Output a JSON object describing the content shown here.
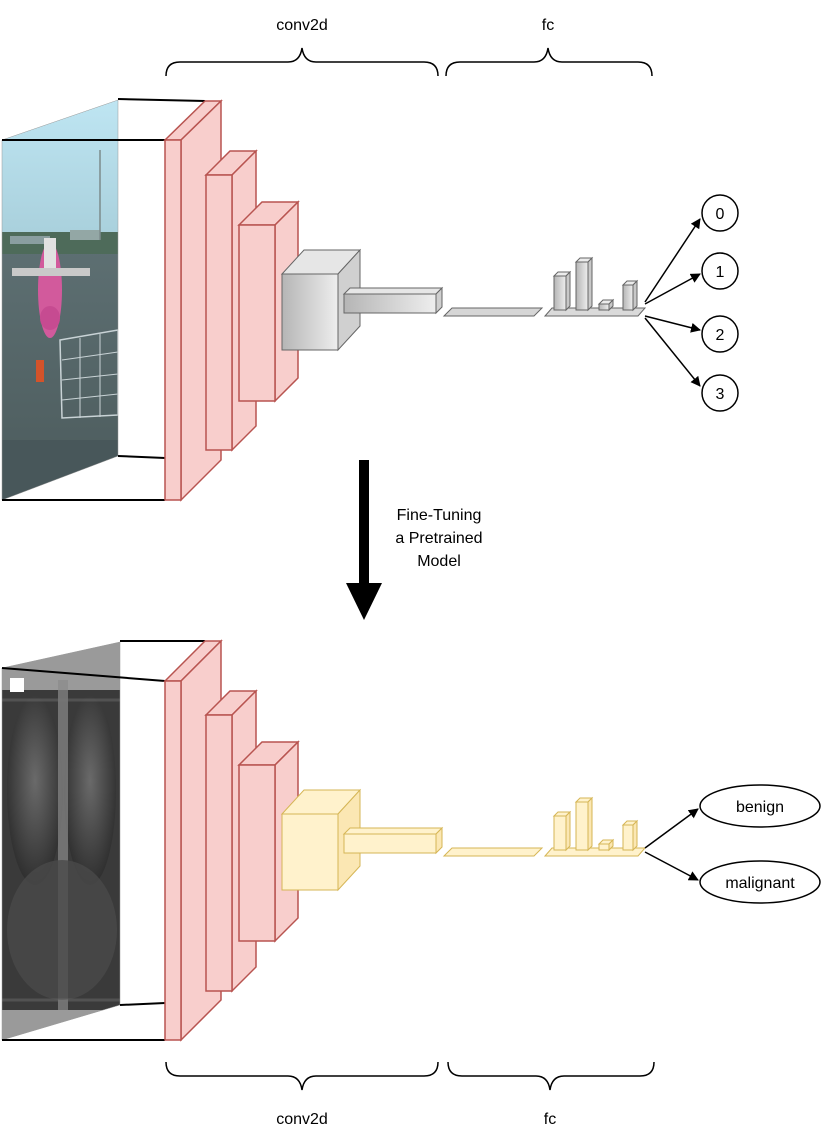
{
  "top": {
    "conv_label": "conv2d",
    "fc_label": "fc",
    "outputs": [
      "0",
      "1",
      "2",
      "3"
    ]
  },
  "caption": {
    "line1": "Fine-Tuning",
    "line2": "a Pretrained",
    "line3": "Model"
  },
  "bottom": {
    "conv_label": "conv2d",
    "fc_label": "fc",
    "outputs": [
      "benign",
      "malignant"
    ]
  },
  "colors": {
    "conv_fill": "#f8cecc",
    "conv_stroke": "#b85450",
    "gray_fill": "#d4d4d4",
    "gray_stroke": "#666666",
    "yellow_fill": "#fff2cc",
    "yellow_stroke": "#d6b656"
  },
  "images": {
    "top": "airport-photo",
    "bottom": "chest-xray"
  }
}
